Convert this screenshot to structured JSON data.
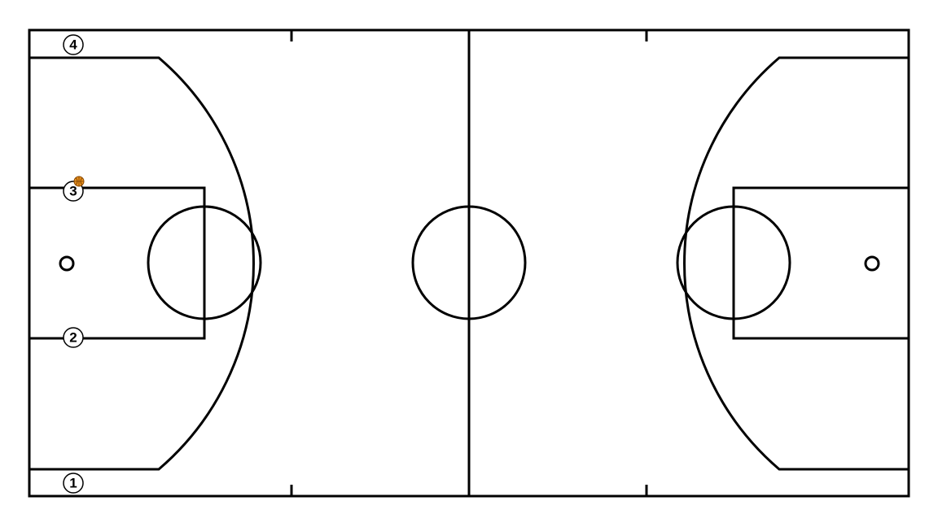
{
  "diagram": {
    "kind": "basketball-court",
    "colors": {
      "line": "#000000",
      "background": "#ffffff",
      "ball": "#e8901c",
      "player_fill": "#ffffff"
    }
  },
  "players": [
    {
      "id": "player-1",
      "label": "1",
      "has_ball": false
    },
    {
      "id": "player-2",
      "label": "2",
      "has_ball": false
    },
    {
      "id": "player-3",
      "label": "3",
      "has_ball": true
    },
    {
      "id": "player-4",
      "label": "4",
      "has_ball": false
    }
  ]
}
